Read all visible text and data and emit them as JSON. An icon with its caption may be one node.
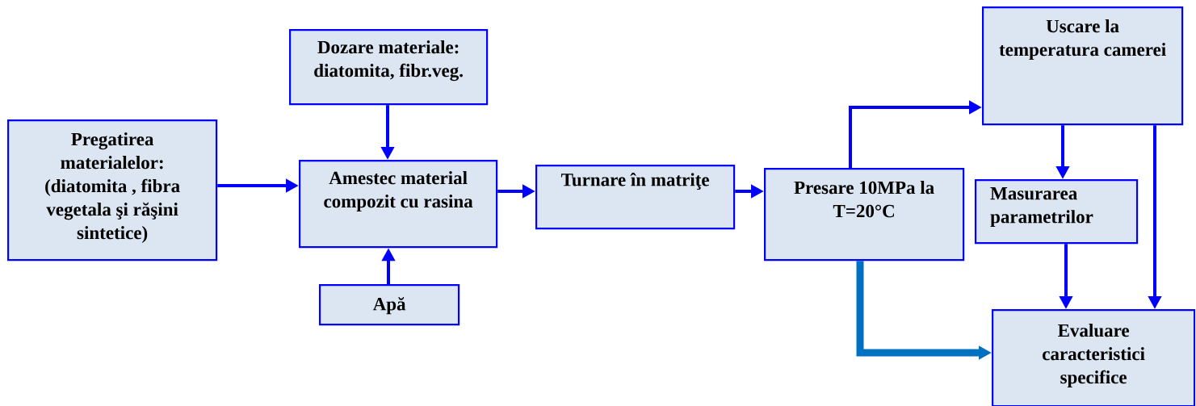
{
  "diagram": {
    "nodes": [
      {
        "text": [
          "Pregatirea materialelor: (diatomita , fibra vegetala şi răşini sintetice)"
        ]
      },
      {
        "text": [
          "Dozare materiale: diatomita, fibr.veg."
        ]
      },
      {
        "text": [
          "Amestec material compozit cu rasina"
        ]
      },
      {
        "text": [
          "Apă"
        ]
      },
      {
        "text": [
          "Turnare în matriţe"
        ]
      },
      {
        "text": [
          "Presare 10MPa la T=20°C"
        ]
      },
      {
        "text": [
          "Uscare la temperatura camerei"
        ]
      },
      {
        "text": [
          "Masurarea parametrilor"
        ]
      },
      {
        "text": [
          "Evaluare caracteristici specifice"
        ]
      }
    ],
    "edges": [
      {
        "from": 0,
        "to": 2,
        "arrow": "to"
      },
      {
        "from": 1,
        "to": 2,
        "arrow": "to"
      },
      {
        "from": 3,
        "to": 2,
        "arrow": "to"
      },
      {
        "from": 2,
        "to": 4,
        "arrow": "to"
      },
      {
        "from": 4,
        "to": 5,
        "arrow": "to"
      },
      {
        "from": 5,
        "to": 6,
        "arrow": "to"
      },
      {
        "from": 6,
        "to": 7,
        "arrow": "to"
      },
      {
        "from": 7,
        "to": 8,
        "arrow": "to"
      },
      {
        "from": 6,
        "to": 8,
        "arrow": "to"
      },
      {
        "from": 5,
        "to": 8,
        "arrow": "to",
        "style": "thick",
        "color": "#0070c0"
      }
    ]
  }
}
